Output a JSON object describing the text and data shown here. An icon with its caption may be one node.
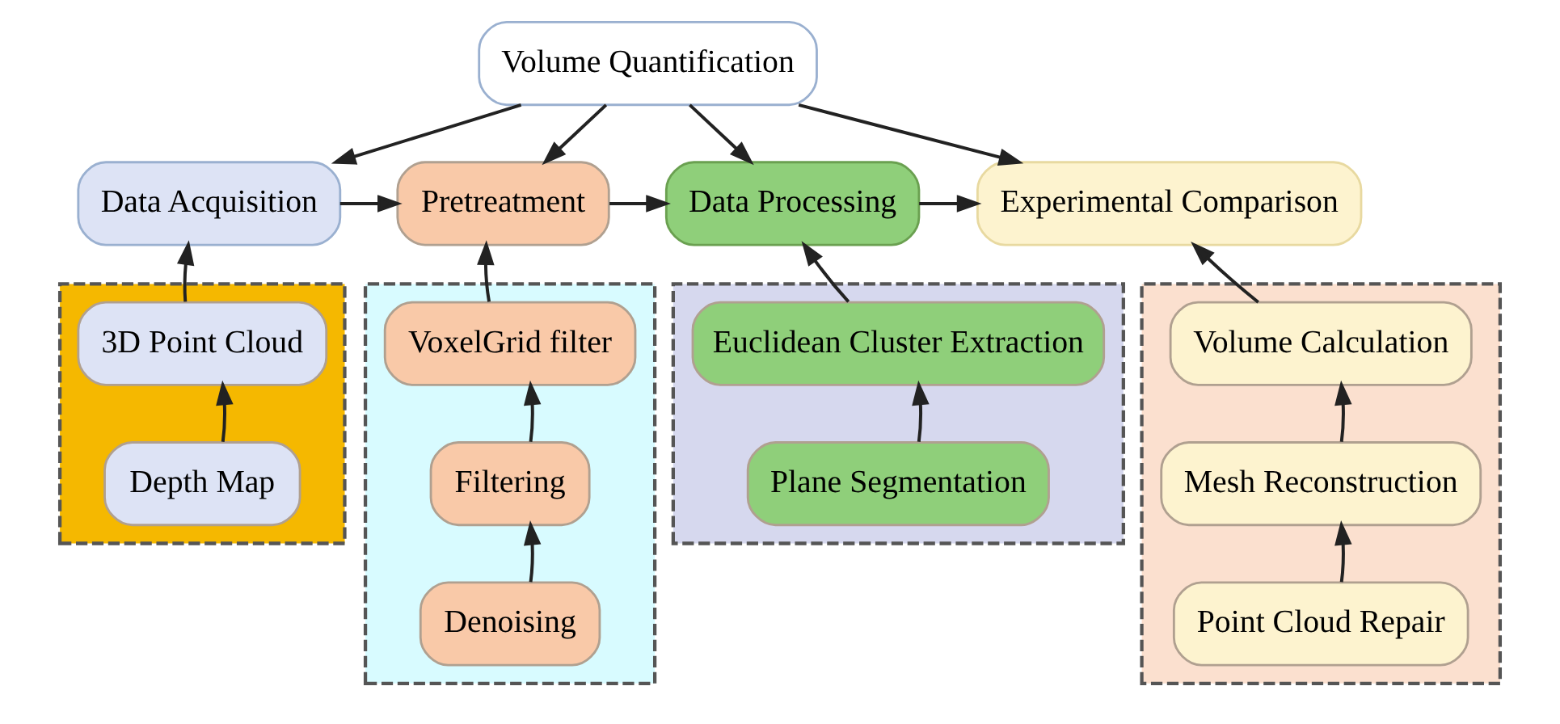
{
  "diagram": {
    "nodes": [
      {
        "text": [
          "Volume Quantification"
        ]
      },
      {
        "text": [
          "Data Acquisition"
        ]
      },
      {
        "text": [
          "Pretreatment"
        ]
      },
      {
        "text": [
          "Data Processing"
        ]
      },
      {
        "text": [
          "Experimental Comparison"
        ]
      },
      {
        "text": [],
        "shape": "box"
      },
      {
        "text": [
          "3D Point Cloud"
        ],
        "in": 5
      },
      {
        "text": [
          "Depth Map"
        ],
        "in": 5
      },
      {
        "text": [],
        "shape": "box"
      },
      {
        "text": [
          "VoxelGrid filter"
        ],
        "in": 8
      },
      {
        "text": [
          "Filtering"
        ],
        "in": 8
      },
      {
        "text": [
          "Denoising"
        ],
        "in": 8
      },
      {
        "text": [],
        "shape": "box"
      },
      {
        "text": [
          "Euclidean Cluster Extraction"
        ],
        "in": 12
      },
      {
        "text": [
          "Plane Segmentation"
        ],
        "in": 12
      },
      {
        "text": [],
        "shape": "box"
      },
      {
        "text": [
          "Volume Calculation"
        ],
        "in": 15
      },
      {
        "text": [
          "Mesh Reconstruction"
        ],
        "in": 15
      },
      {
        "text": [
          "Point Cloud Repair"
        ],
        "in": 15
      }
    ],
    "edges": [
      {
        "from": 0,
        "to": 1,
        "arrow": "to"
      },
      {
        "from": 0,
        "to": 2,
        "arrow": "to"
      },
      {
        "from": 0,
        "to": 3,
        "arrow": "to"
      },
      {
        "from": 0,
        "to": 4,
        "arrow": "to"
      },
      {
        "from": 1,
        "to": 2,
        "arrow": "to"
      },
      {
        "from": 2,
        "to": 3,
        "arrow": "to"
      },
      {
        "from": 3,
        "to": 4,
        "arrow": "to"
      },
      {
        "from": 7,
        "to": 6,
        "arrow": "to"
      },
      {
        "from": 6,
        "to": 1,
        "arrow": "to"
      },
      {
        "from": 11,
        "to": 10,
        "arrow": "to"
      },
      {
        "from": 10,
        "to": 9,
        "arrow": "to"
      },
      {
        "from": 9,
        "to": 2,
        "arrow": "to"
      },
      {
        "from": 14,
        "to": 13,
        "arrow": "to"
      },
      {
        "from": 13,
        "to": 3,
        "arrow": "to"
      },
      {
        "from": 18,
        "to": 17,
        "arrow": "to"
      },
      {
        "from": 17,
        "to": 16,
        "arrow": "to"
      },
      {
        "from": 16,
        "to": 4,
        "arrow": "to"
      }
    ]
  }
}
